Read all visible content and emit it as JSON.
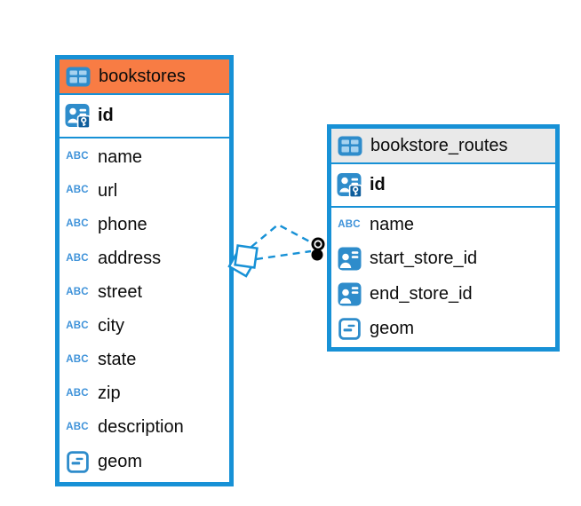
{
  "diagram_type": "entity-relationship-diagram",
  "colors": {
    "canvas_background": "#FFFFFF",
    "accent_blue": "#1791D6",
    "header_orange": "#F87C44",
    "header_gray": "#E9E9E9",
    "icon_blue": "#2E8CCB",
    "icon_light_blue": "#A6D2EF",
    "key_badge_blue": "#0F5E9C",
    "type_text_blue": "#3E92D9",
    "text_color": "#0B0B0B",
    "marker_black": "#000000"
  },
  "icons": {
    "text_type_glyph": "ABC"
  },
  "tables": [
    {
      "name": "bookstores",
      "header_color": "#F87C44",
      "primary_key": {
        "name": "id",
        "type_icon": "primary-key-icon"
      },
      "columns": [
        {
          "name": "name",
          "type_icon": "text-type-icon"
        },
        {
          "name": "url",
          "type_icon": "text-type-icon"
        },
        {
          "name": "phone",
          "type_icon": "text-type-icon"
        },
        {
          "name": "address",
          "type_icon": "text-type-icon"
        },
        {
          "name": "street",
          "type_icon": "text-type-icon"
        },
        {
          "name": "city",
          "type_icon": "text-type-icon"
        },
        {
          "name": "state",
          "type_icon": "text-type-icon"
        },
        {
          "name": "zip",
          "type_icon": "text-type-icon"
        },
        {
          "name": "description",
          "type_icon": "text-type-icon"
        },
        {
          "name": "geom",
          "type_icon": "geometry-type-icon"
        }
      ]
    },
    {
      "name": "bookstore_routes",
      "header_color": "#E9E9E9",
      "primary_key": {
        "name": "id",
        "type_icon": "primary-key-icon"
      },
      "columns": [
        {
          "name": "name",
          "type_icon": "text-type-icon"
        },
        {
          "name": "start_store_id",
          "type_icon": "reference-type-icon"
        },
        {
          "name": "end_store_id",
          "type_icon": "reference-type-icon"
        },
        {
          "name": "geom",
          "type_icon": "geometry-type-icon"
        }
      ]
    }
  ],
  "relationships": [
    {
      "from_table": "bookstore_routes",
      "to_table": "bookstores",
      "line_style": "dashed"
    },
    {
      "from_table": "bookstore_routes",
      "to_table": "bookstores",
      "line_style": "dashed"
    }
  ]
}
